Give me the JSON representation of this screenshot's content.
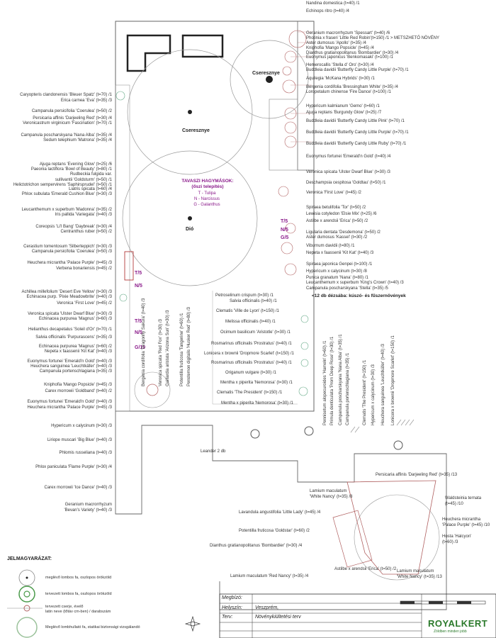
{
  "trees": {
    "cseresznye_1": "Cseresznye",
    "cseresznye_2": "Cseresznye",
    "dio": "Dió"
  },
  "bulbs": {
    "title": "TAVASZI HAGYMÁSOK:\n(őszi telepítés)",
    "items": [
      "T - Tulipa",
      "N - Narcissus",
      "G - Galanthus"
    ]
  },
  "bed_marks": [
    "T/5",
    "N/5",
    "G/5",
    "T/5",
    "N/5",
    "T/5",
    "N/5",
    "G/10"
  ],
  "top_right_labels": [
    "Nandina domestica (t=40) /1",
    "Echinops ritro (t=40) /4",
    "Geranium macrorrhyzum 'Spessart' (t=40) /6",
    "Photinia x fraseri 'Little Red Robin'(t=150) /1 > METSZHETŐ NÖVÉNY",
    "Aster dumosus 'Apollo' (t=35) /4",
    "Kniphofia 'Mango Popsicle' (t=45) /4",
    "Dianthus gratianopolitanus 'Bombardier' (t=30) /4",
    "Euonymus japonicus 'Benkomasaki' (t=100) /1",
    "Hemerocallis 'Stella d' Oro' (t=30) /4",
    "Buddleia davidii 'Butterfly Candy Little Purple' (t=70) /1",
    "Aquilegia 'McKana Hybrids' (t=30) /1",
    "Bergenia cordifolia 'Bressingham White' (t=35) /4",
    "Loropetalum chinense 'Fire Dance' (t=100) /1",
    "Hypericum kalmianum 'Gemo' (t=60) /1",
    "Ajuga reptans 'Burgundy Glow' (t=25) /7",
    "Buddleia davidii 'Butterfly Candy Little Pink' (t=70) /1",
    "Buddleia davidii 'Butterfly Candy Little Purple' (t=70) /1",
    "Buddleia davidii 'Butterfly Candy Little Ruby' (t=70) /1",
    "Euonymus fortunei 'Emerald'n Gold' (t=40) /4",
    "Veronica spicata 'Ulster Dwarf Blue' (t=30) /3",
    "Deschampsia cespitosa 'Goldtau' (t=50) /1",
    "Veronica 'First Love' (t=45) /2",
    "Spiraea betulifolia 'Tor' (t=50) /2",
    "Lewisia cotyledon 'Elsie Mix' (t=25) /6",
    "Astilbe x arendsii 'Erica' (t=50) /2",
    "Ligularia dentata 'Desdemona' (t=50) /2",
    "Aster dumosus 'Kassel' (t=30) /2",
    "Viburnum davidii (t=80) /1",
    "Nepeta x faassenii 'Kit Kat' (t=40) /3",
    "Spiraea japonica Genpei (t=100) /1",
    "Hypericum x calycinum (t=30) /8",
    "Punica granatum 'Nana' (t=80) /1",
    "Leucanthemum x superbum 'King's Crown' (t=40) /3",
    "Campanula poscharskyana 'Stella' (t=35) /5"
  ],
  "left_labels": [
    "Caryopteris clandonensis 'Bleuer Spatz' (t=70) /1",
    "Erica carnea 'Eva' (t=35) /3",
    "Campanula persicifolia 'Coerulea' (t=50) /2",
    "Persicaria affinis 'Darjeeling Red' (t=30) /4",
    "Veronicastrum virginicum 'Fascination' (t=70) /1",
    "Campanula poscharskyana 'Nana Alba' (t=35) /4",
    "Sedum telephium 'Matrona' (t=35) /4",
    "Ajuga reptans 'Evening Glow' (t=25) /6",
    "Paeonia lactiflora 'Bowl of Beauty' (t=80) /1",
    "Rudbeckia fulgida var.",
    "sullivantii 'Goldsturm' (t=50) /1",
    "Helictotrichon sempervirens 'Saphirsprudel' (t=50) /1",
    "Liatris spicata (t=60) /4",
    "Phlox subulata 'Emerald Cushion Blue' (t=30) /3",
    "Leucanthemum x superbum 'Madonna' (t=35) /2",
    "Iris pallida 'Variegata' (t=40) /3",
    "Coreopsis 'Li'l Bang' 'Daybreak' (t=30) /4",
    "Centranthus ruber (t=50) /2",
    "Cerastium tomentosum 'Silberteppich' (t=30) /3",
    "Campanula persicifolia 'Coerulea' (t=50) /3",
    "Heuchera micrantha 'Palace Purple' (t=45) /3",
    "Verbena bonariensis (t=45) /2",
    "Achillea millefolium 'Desert Eve Yellow' (t=30) /3",
    "Echinacea purp. 'Pixie Meadowbrite' (t=40) /3",
    "Veronica 'First Love' (t=45) /2",
    "Veronica spicata 'Ulster Dwarf Blue' (t=30) /3",
    "Echinacea purpurea 'Magnus' (t=60) /3",
    "Helianthus decapetalus 'Soleil d'Or' (t=70) /1",
    "Salvia officinalis 'Purpurascens' (t=35) /3",
    "Echinacea purpurea 'Magnus' (t=60) /2",
    "Nepeta x faassenii 'Kit Kat' (t=40) /3",
    "Euonymus fortunei 'Emerald'n Gold' (t=40) /3",
    "Heuchera sanguinea 'Leuchtkäfer' (t=40) /3",
    "Campanula portenschlagiana (t=35) /3",
    "Kniphofia 'Mango Popsicle' (t=45) /3",
    "Carex morrowii 'Goldband' (t=40) /2",
    "Euonymus fortunei 'Emerald'n Gold' (t=40) /3",
    "Heuchera micrantha 'Palace Purple' (t=45) /3",
    "Hypericum x calycinum (t=30) /3",
    "Liriope muscari 'Big Blue' (t=40) /3",
    "Phlomis russeliana (t=40) /3",
    "Phlox paniculata 'Flame Purple' (t=30) /4",
    "Carex morrowii 'Ice Dance' (t=40) /3",
    "Geranium macrorrhyzum",
    "'Bevan's Variety' (t=40) /3"
  ],
  "herb_labels": [
    "Petroselinum crispum (t=30) /1",
    "Salvia officinalis (t=40) /1",
    "Clematis 'Ville de Lyon' (t=150) /1",
    "Melissa officinalis (t=40) /1",
    "Ocimum basilicum 'Aristotle' (t=30) /1",
    "Rosmarinus officinalis 'Prostratus' (t=40) /1",
    "Lonicera x brownii 'Dropmore Scarlet' (t=150) /1",
    "Rosmarinus officinalis 'Prostratus' (t=40) /1",
    "Origanum vulgare (t=30) /1",
    "Mentha x piperita 'Nemorosa' (t=30) /1",
    "Clematis 'The President' (t=150) /1",
    "Mentha x piperita 'Nemorosa' (t=30) /1"
  ],
  "herb_note": "<12 db dézsába: kúszó- és fűszernövények",
  "vertical_labels": [
    "Bergenia cordifolia 'Dragonfly Sakura' (t=40) /3",
    "Veronica spicata 'Red Fox' (t=30) /3",
    "Gaillardia aristata 'Arizona Sun' (t=30) /3",
    "Potentilla fruticosa 'Tangerine' (t=60) /1",
    "Penstemon digitalis 'Husker Red' (t=80) /3",
    "Pennisetum alopecuroides 'Hameln' (t=60) /1",
    "Primula denticulata 'Prom Deep Rose' (t=30) /1",
    "Campanula poscharskyana 'Nana Alba' (t=35) /1",
    "Campanula portenschlagiana (t=35) /1",
    "Clematis 'The President' (t=150) /1",
    "Hypericum x calycinum (t=30) /3",
    "Heuchera sanguinea 'Leuchtkäfer' (t=40) /3",
    "Lonicera x brownii 'Dropmore Scarlet' (t=150) /1"
  ],
  "bottom_labels": {
    "leander": "Leander 2 db",
    "persicaria": "Persicaria affinis 'Darjeeling Red' (t=35) /13",
    "lamium_white_1": "Lamium maculatum",
    "lamium_white_1b": "'White Nancy' (t=35) /8",
    "lavandula": "Lavandula angustifolia 'Little Lady' (t=45) /4",
    "potentilla": "Potentilla fruticosa 'Goldstar' (t=60) /2",
    "dianthus": "Dianthus gratianopolitanus 'Bombardier' (t=30) /4",
    "lamium_red": "Lamium maculatum 'Red Nancy' (t=35) /4",
    "astilbe": "Astilbe x arendsii 'Erica' (t=50) /2",
    "lamium_white_2": "Lamium maculatum",
    "lamium_white_2b": "'White Nancy' (t=35) /13",
    "waldsteinia": "Waldsteinia ternata",
    "waldsteinia_b": "(t=45) /10",
    "heuchera_1": "Heuchera micrantha",
    "heuchera_2": "'Palace Purple' (t=45) /10",
    "hosta_1": "Hosta 'Halcyon'",
    "hosta_2": "(t=60) /3"
  },
  "legend": {
    "title": "JELMAGYARÁZAT:",
    "items": [
      "meglévő lombos fa, oszlopos örökzöld",
      "tervezett lombos fa, oszlopos örökzöld",
      "tervezett cserje, évelő\nlatin neve (tőtáv cm-ben) / darabszám",
      "Meglévő lombhullató fa, statikai biztonsági vizsgálandó"
    ]
  },
  "title_block": {
    "megbizo_label": "Megbízó:",
    "helyszin_label": "Helyszín:",
    "helyszin_value": "Veszprém,",
    "terv_label": "Terv:",
    "terv_value": "Növénykiültetési terv",
    "logo": "ROYALKERT",
    "logo_sub": "Zöldben minden jobb"
  },
  "colors": {
    "line": "#555555",
    "accent_bulb": "#8a1a8a",
    "logo": "#2b7a2b"
  }
}
